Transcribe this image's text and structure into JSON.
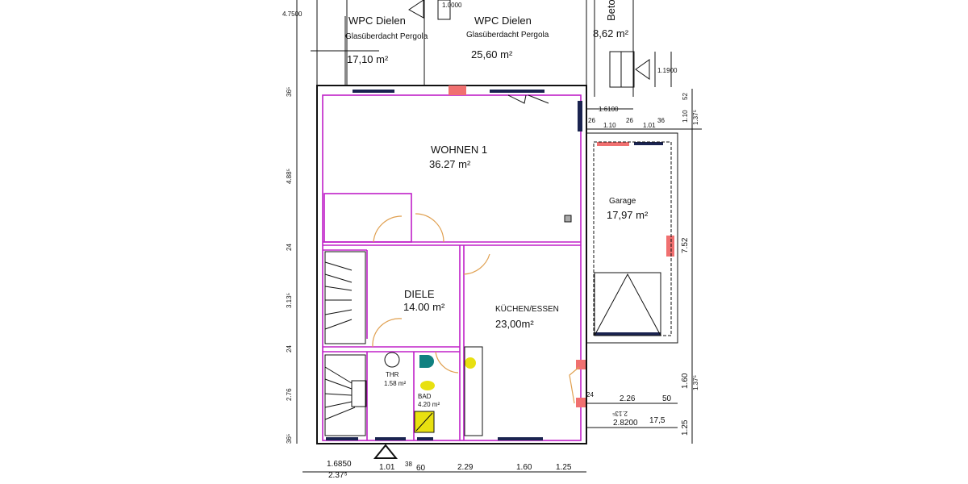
{
  "terrace_left": {
    "material": "WPC Dielen",
    "roof": "Glasüberdacht Pergola",
    "area": "17,10 m²"
  },
  "terrace_right": {
    "material": "WPC Dielen",
    "roof": "Glasüberdacht Pergola",
    "area": "25,60 m²"
  },
  "beton": {
    "label": "Beto",
    "area": "8,62 m²"
  },
  "rooms": {
    "wohnen": {
      "name": "WOHNEN 1",
      "area": "36.27 m²"
    },
    "diele": {
      "name": "DIELE",
      "area": "14.00 m²"
    },
    "kueche": {
      "name": "KÜCHEN/ESSEN",
      "area": "23,00m²"
    },
    "garage": {
      "name": "Garage",
      "area": "17,97 m²"
    },
    "thr": {
      "name": "THR",
      "area": "1.58 m²"
    },
    "bad": {
      "name": "BAD",
      "area": "4.20 m²"
    }
  },
  "dims": {
    "left": [
      "4.7500",
      "36⁵",
      "4.88⁵",
      "24",
      "3.13⁵",
      "24",
      "2.76",
      "36⁵"
    ],
    "bottom": [
      "1.6850",
      "2.37⁵",
      "1.01",
      "38",
      "60",
      "2.29",
      "1.60",
      "1.25"
    ],
    "top": [
      "1.0000",
      "1.1900",
      "1.6100",
      "1.10",
      "1.01",
      "26",
      "26",
      "36"
    ],
    "right": [
      "52",
      "1.10",
      "1.37⁵",
      "7.52",
      "1.60",
      "1.37⁵",
      "1.25",
      "24",
      "2.26",
      "50",
      "2.8200",
      "17,5",
      "2.13⁵"
    ]
  },
  "colors": {
    "walls_inner": "#c020c8",
    "door_swing": "#e0a050",
    "window": "#1a2350",
    "opening": "#f07070",
    "wc": "#e8e010",
    "sink": "#108080"
  }
}
